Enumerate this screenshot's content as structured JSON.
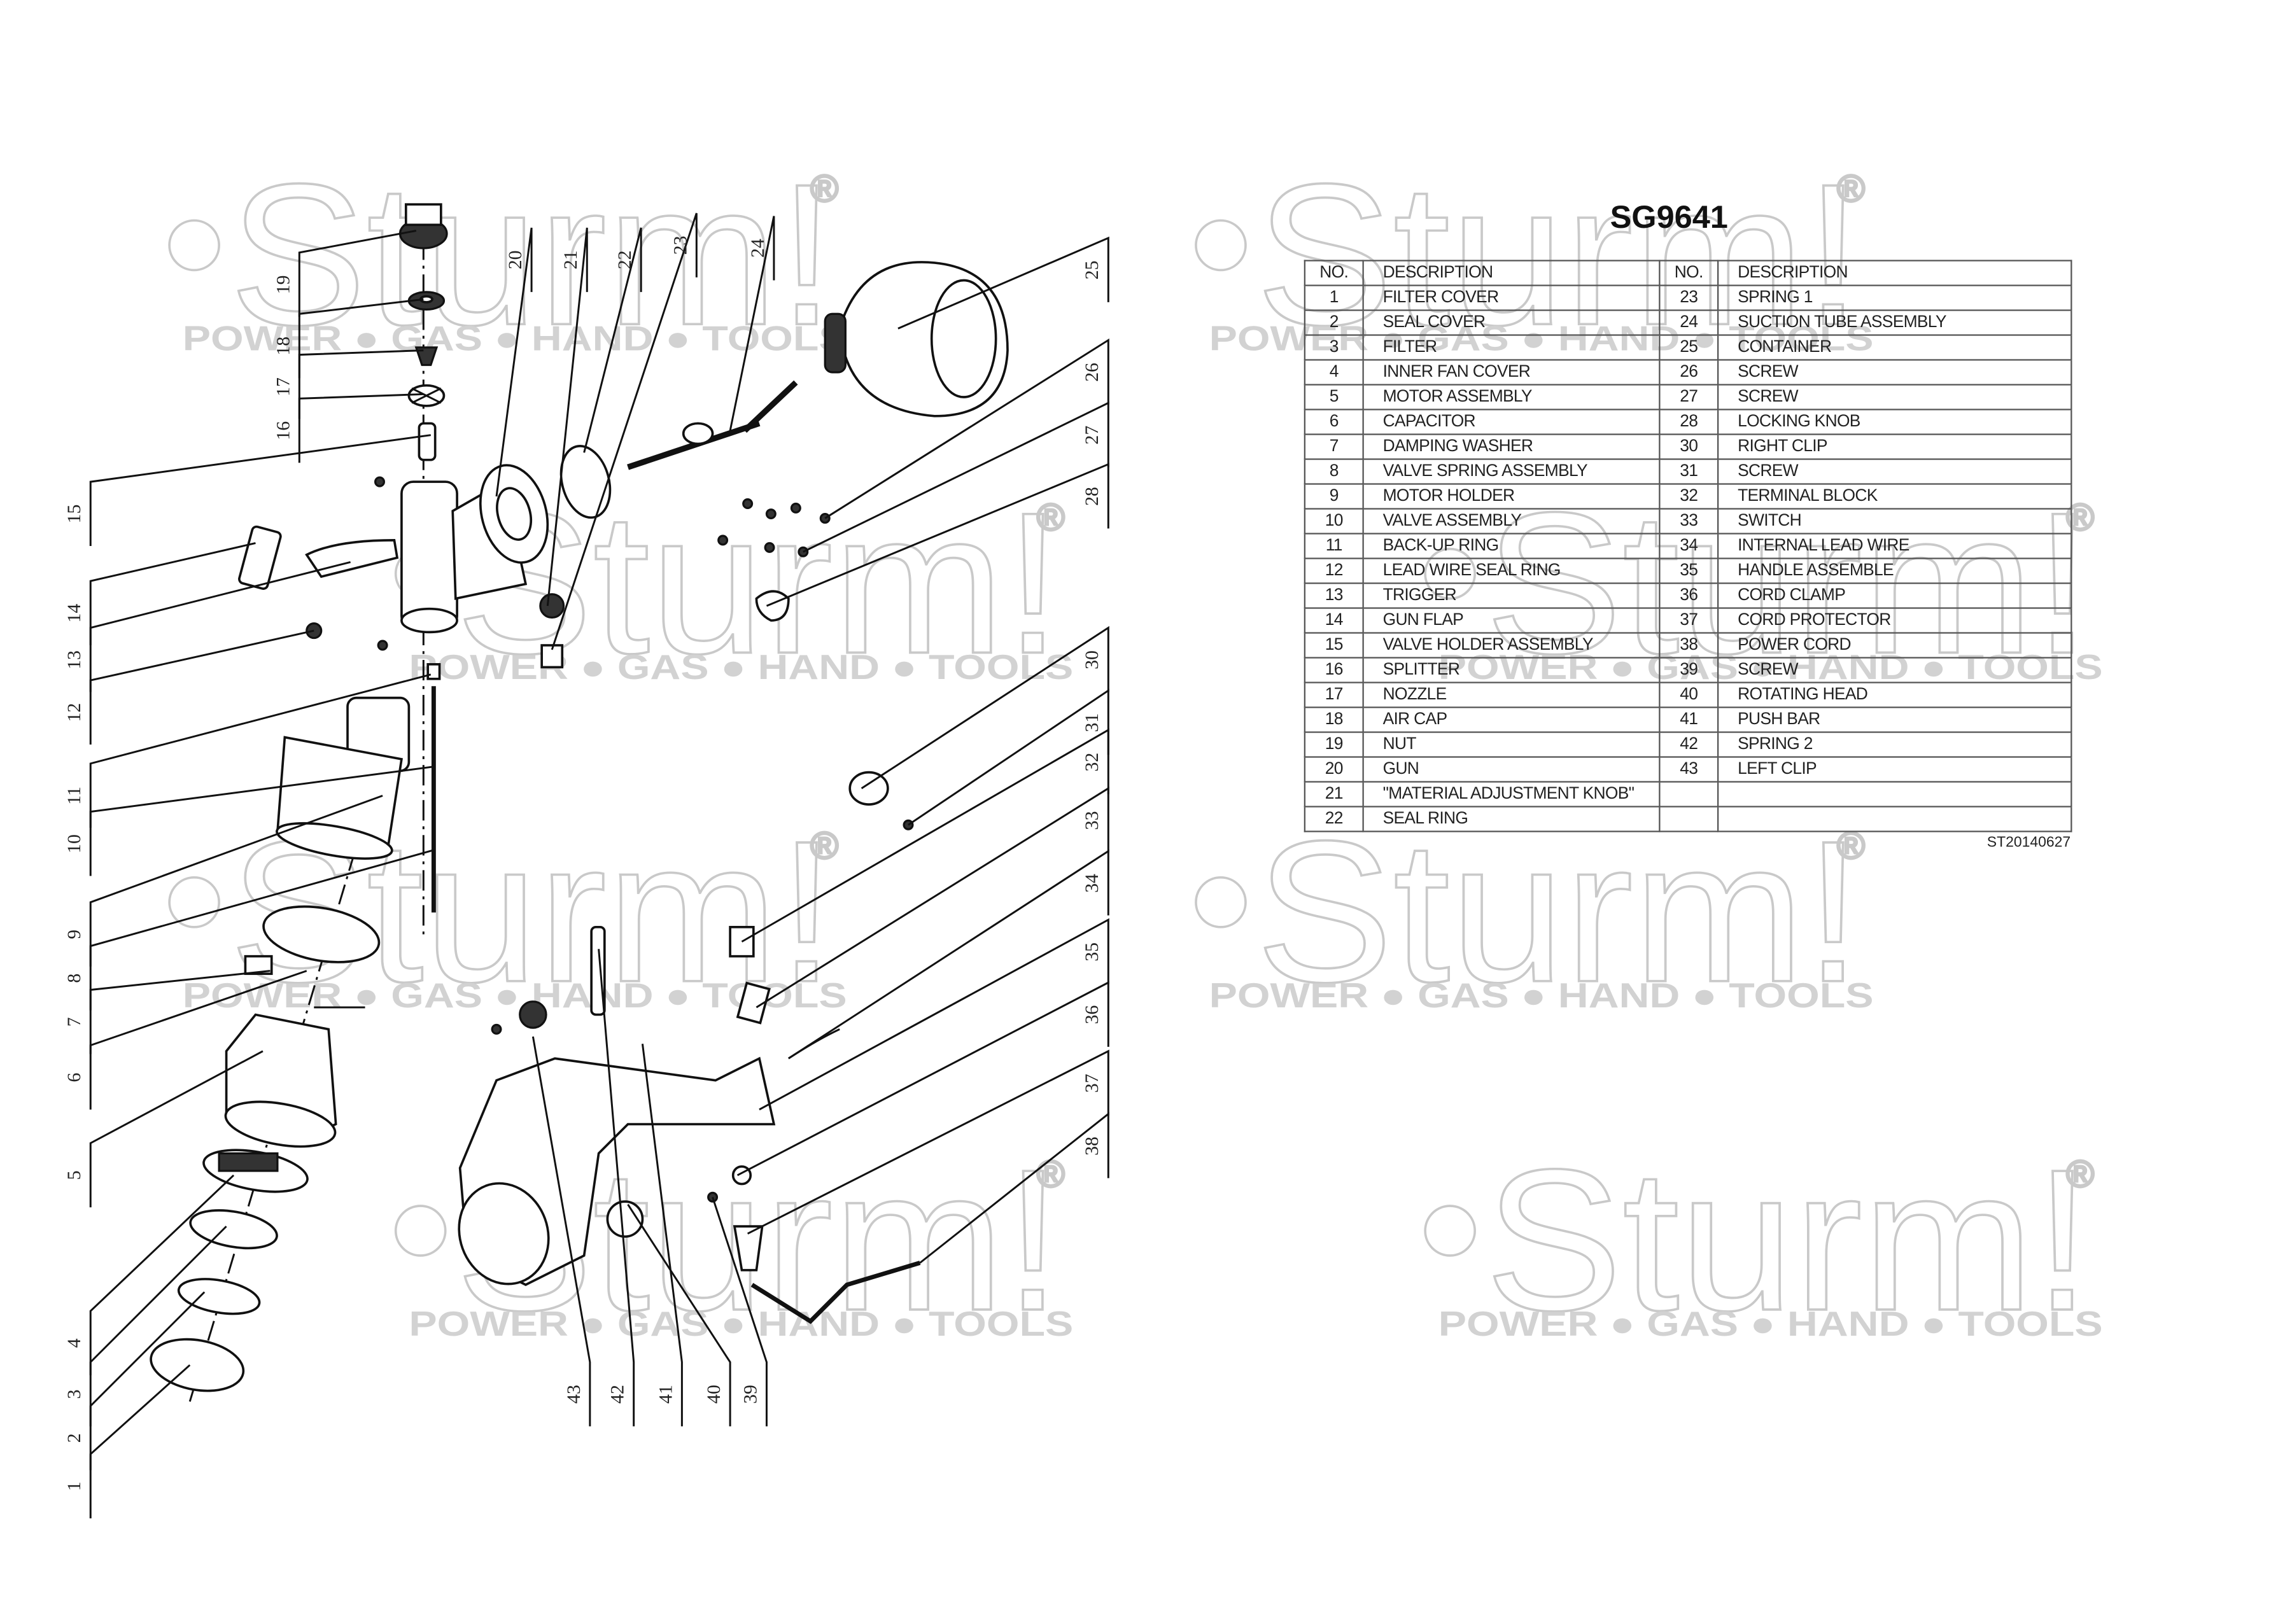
{
  "watermark": {
    "brand": "Sturm!",
    "registered": "®",
    "tagline": "POWER ● GAS ● HAND ● TOOLS"
  },
  "title": "SG9641",
  "table": {
    "headers": {
      "no": "NO.",
      "description": "DESCRIPTION"
    },
    "left": [
      {
        "no": "1",
        "description": "FILTER COVER"
      },
      {
        "no": "2",
        "description": "SEAL COVER"
      },
      {
        "no": "3",
        "description": "FILTER"
      },
      {
        "no": "4",
        "description": "INNER FAN COVER"
      },
      {
        "no": "5",
        "description": "MOTOR ASSEMBLY"
      },
      {
        "no": "6",
        "description": "CAPACITOR"
      },
      {
        "no": "7",
        "description": "DAMPING WASHER"
      },
      {
        "no": "8",
        "description": "VALVE SPRING ASSEMBLY"
      },
      {
        "no": "9",
        "description": "MOTOR HOLDER"
      },
      {
        "no": "10",
        "description": "VALVE ASSEMBLY"
      },
      {
        "no": "11",
        "description": "BACK-UP RING"
      },
      {
        "no": "12",
        "description": "LEAD WIRE SEAL RING"
      },
      {
        "no": "13",
        "description": "TRIGGER"
      },
      {
        "no": "14",
        "description": "GUN FLAP"
      },
      {
        "no": "15",
        "description": "VALVE HOLDER ASSEMBLY"
      },
      {
        "no": "16",
        "description": "SPLITTER"
      },
      {
        "no": "17",
        "description": "NOZZLE"
      },
      {
        "no": "18",
        "description": "AIR CAP"
      },
      {
        "no": "19",
        "description": "NUT"
      },
      {
        "no": "20",
        "description": "GUN"
      },
      {
        "no": "21",
        "description": "\"MATERIAL ADJUSTMENT KNOB\""
      },
      {
        "no": "22",
        "description": "SEAL RING"
      }
    ],
    "right": [
      {
        "no": "23",
        "description": "SPRING 1"
      },
      {
        "no": "24",
        "description": "SUCTION TUBE ASSEMBLY"
      },
      {
        "no": "25",
        "description": "CONTAINER"
      },
      {
        "no": "26",
        "description": "SCREW"
      },
      {
        "no": "27",
        "description": "SCREW"
      },
      {
        "no": "28",
        "description": "LOCKING KNOB"
      },
      {
        "no": "30",
        "description": "RIGHT CLIP"
      },
      {
        "no": "31",
        "description": "SCREW"
      },
      {
        "no": "32",
        "description": "TERMINAL BLOCK"
      },
      {
        "no": "33",
        "description": "SWITCH"
      },
      {
        "no": "34",
        "description": "INTERNAL LEAD WIRE"
      },
      {
        "no": "35",
        "description": "HANDLE ASSEMBLE"
      },
      {
        "no": "36",
        "description": "CORD CLAMP"
      },
      {
        "no": "37",
        "description": "CORD PROTECTOR"
      },
      {
        "no": "38",
        "description": "POWER CORD"
      },
      {
        "no": "39",
        "description": "SCREW"
      },
      {
        "no": "40",
        "description": "ROTATING HEAD"
      },
      {
        "no": "41",
        "description": "PUSH BAR"
      },
      {
        "no": "42",
        "description": "SPRING 2"
      },
      {
        "no": "43",
        "description": "LEFT CLIP"
      }
    ]
  },
  "footer_code": "ST20140627",
  "diagram": {
    "callouts": [
      "1",
      "2",
      "3",
      "4",
      "5",
      "6",
      "7",
      "8",
      "9",
      "10",
      "11",
      "12",
      "13",
      "14",
      "15",
      "16",
      "17",
      "18",
      "19",
      "20",
      "21",
      "22",
      "23",
      "24",
      "25",
      "26",
      "27",
      "28",
      "30",
      "31",
      "32",
      "33",
      "34",
      "35",
      "36",
      "37",
      "38",
      "39",
      "40",
      "41",
      "42",
      "43"
    ]
  }
}
